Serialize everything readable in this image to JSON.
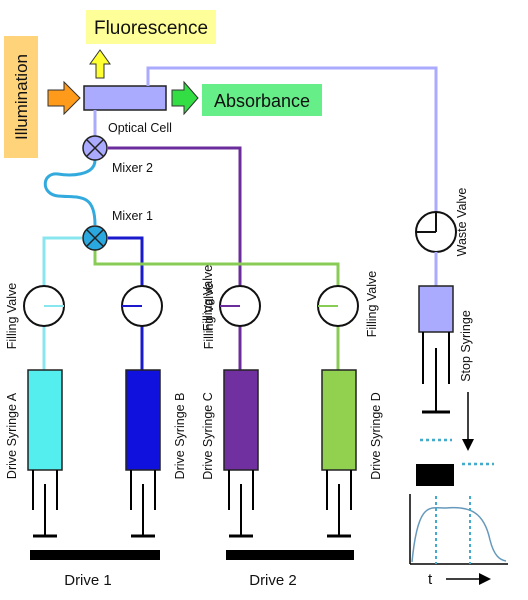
{
  "labels": {
    "fluorescence": "Fluorescence",
    "illumination": "Illumination",
    "absorbance": "Absorbance",
    "optical_cell": "Optical Cell",
    "mixer2": "Mixer 2",
    "mixer1": "Mixer 1",
    "waste_valve": "Waste Valve",
    "stop_syringe": "Stop Syringe",
    "filling_valve": "Filling Valve",
    "syringe_a": "Drive Syringe A",
    "syringe_b": "Drive Syringe B",
    "syringe_c": "Drive Syringe C",
    "syringe_d": "Drive Syringe D",
    "drive1": "Drive 1",
    "drive2": "Drive 2",
    "time_axis": "t"
  },
  "colors": {
    "fluorescence_box": "#ffff99",
    "illumination_box": "#ffd37a",
    "absorbance_box": "#66ee88",
    "arrow_orange": "#ff9a1a",
    "arrow_yellow": "#ffff33",
    "arrow_green": "#33dd44",
    "optical_cell": "#aaaaff",
    "mixer_fill": "#aaaaff",
    "mixer1_fill": "#2aa8e0",
    "line_a": "#88e6ee",
    "line_b": "#1a1acc",
    "line_c": "#6b2d9b",
    "line_d": "#88cc55",
    "loop": "#33aadd",
    "syringe_a": "#55eeee",
    "syringe_b": "#1111dd",
    "syringe_c": "#7030a0",
    "syringe_d": "#92d050",
    "stop_syringe": "#aaaaff",
    "dotted_line": "#44aacc",
    "drive_bar": "#000000"
  },
  "icons": [
    "right-arrow-icon",
    "up-arrow-icon",
    "valve-icon",
    "mixer-icon",
    "time-arrow-icon"
  ]
}
